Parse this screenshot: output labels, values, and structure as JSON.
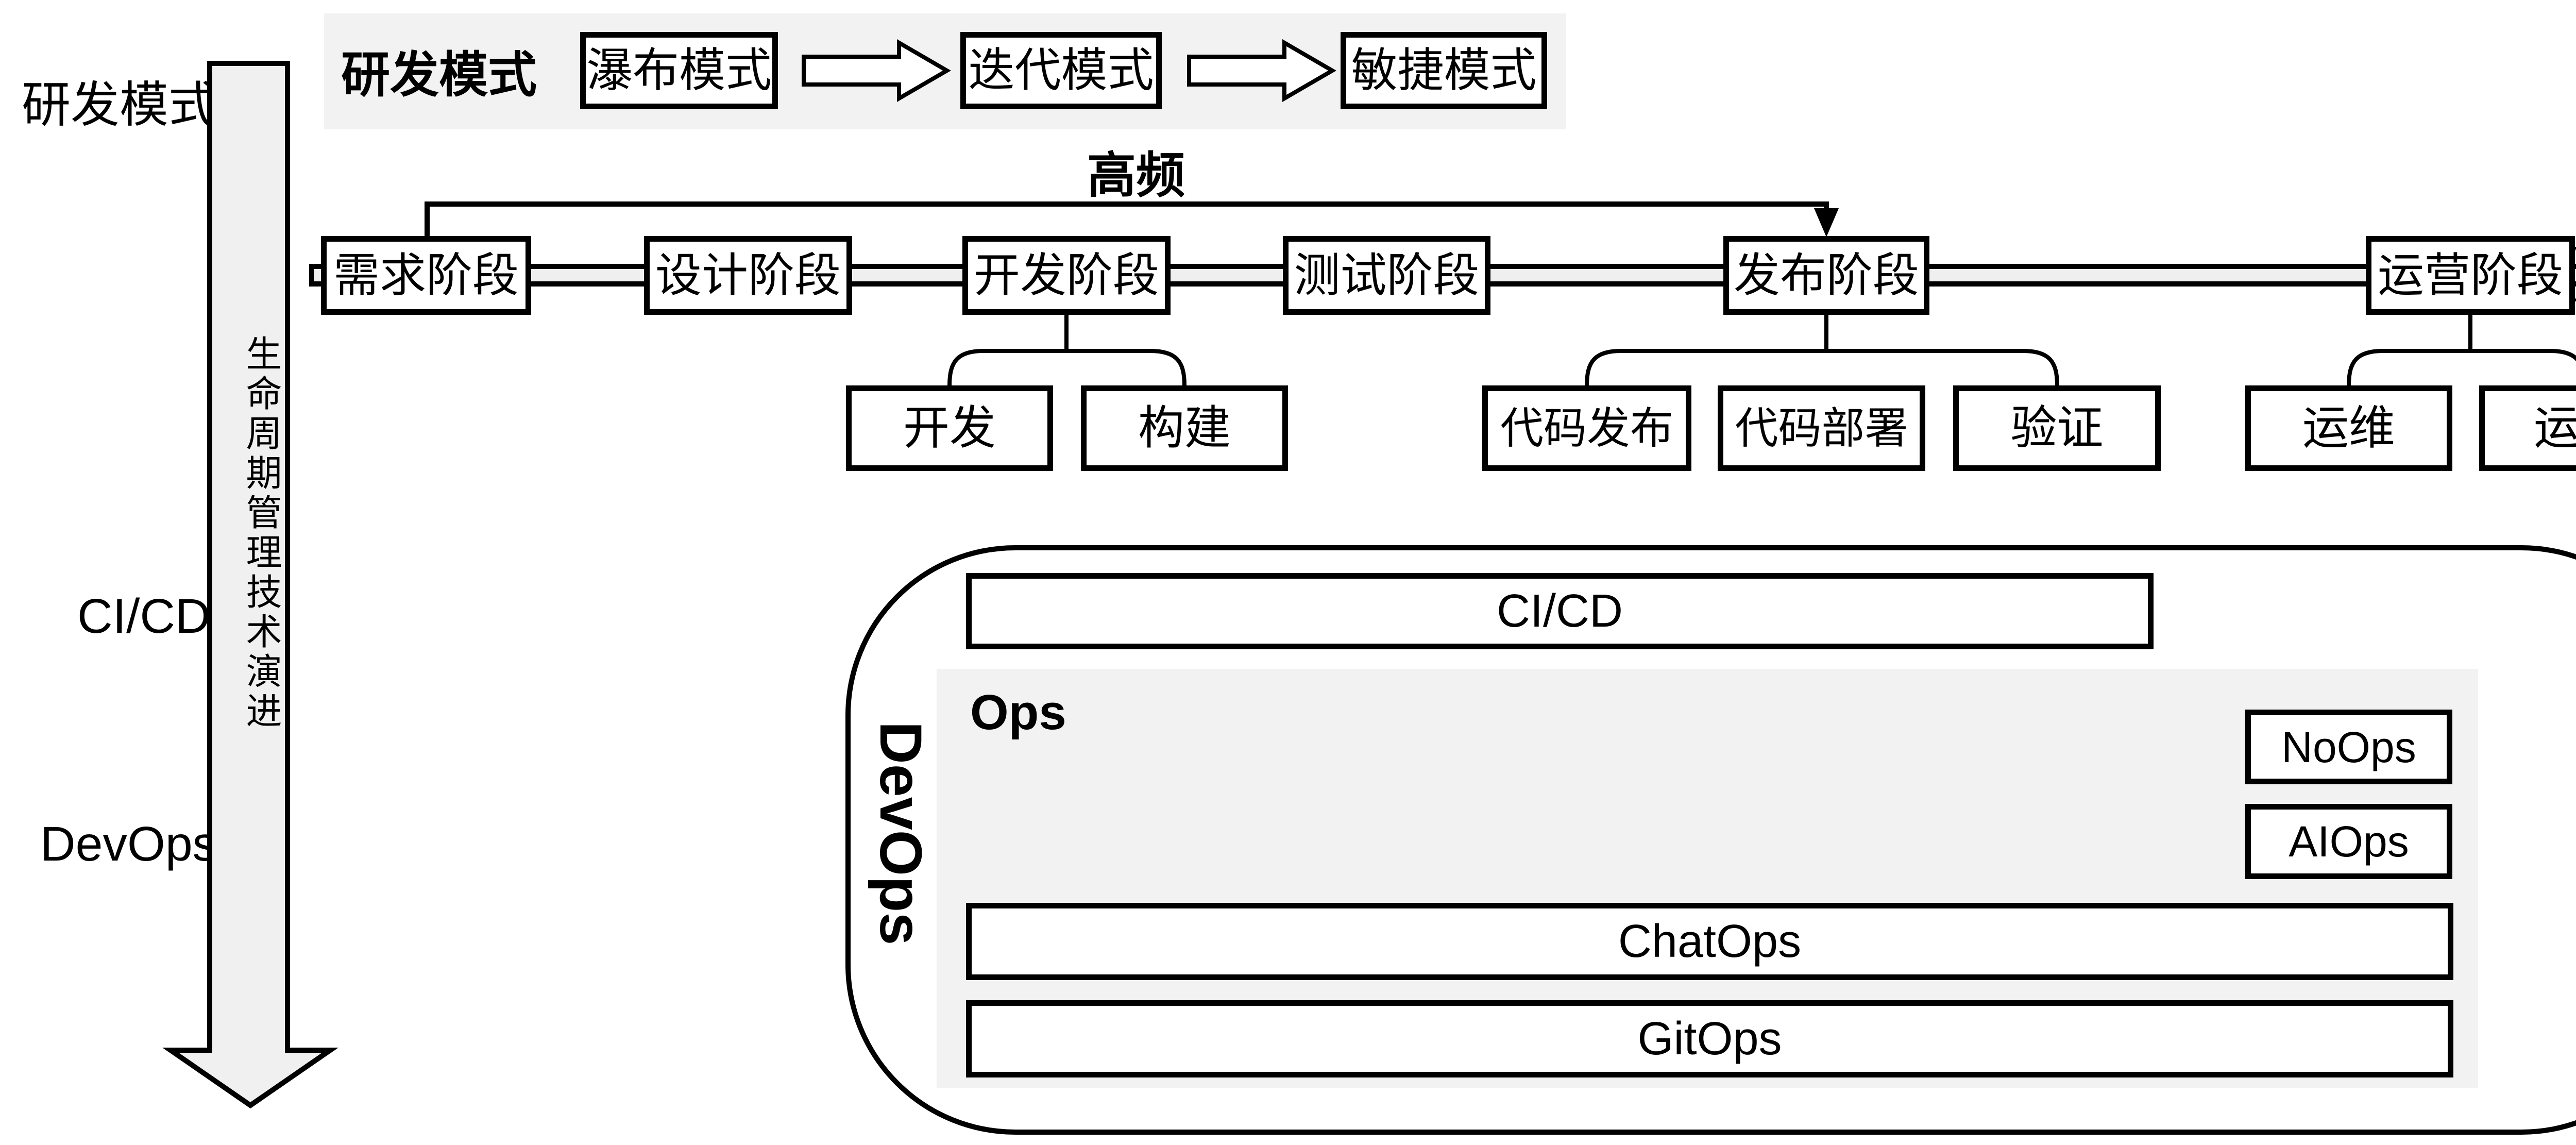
{
  "colors": {
    "background": "#ffffff",
    "stroke": "#000000",
    "panel_bg": "#f2f2f2",
    "band_fill": "#efefef",
    "arrow_fill": "#f0f0f0"
  },
  "left_labels": {
    "rnd_mode": "研发模式",
    "cicd": "CI/CD",
    "devops": "DevOps"
  },
  "evolution_arrow": {
    "label": "生命周期管理技术演进"
  },
  "banner": {
    "title": "研发模式",
    "modes": [
      "瀑布模式",
      "迭代模式",
      "敏捷模式"
    ]
  },
  "timeline": {
    "high_frequency_label": "高频",
    "stages": [
      "需求阶段",
      "设计阶段",
      "开发阶段",
      "测试阶段",
      "发布阶段",
      "运营阶段"
    ]
  },
  "substages": {
    "development": [
      "开发",
      "构建"
    ],
    "release": [
      "代码发布",
      "代码部署",
      "验证"
    ],
    "operation": [
      "运维",
      "运营"
    ]
  },
  "devops_container": {
    "label": "DevOps",
    "cicd": "CI/CD",
    "ops_label": "Ops",
    "noops": "NoOps",
    "aiops": "AIOps",
    "chatops": "ChatOps",
    "gitops": "GitOps"
  }
}
